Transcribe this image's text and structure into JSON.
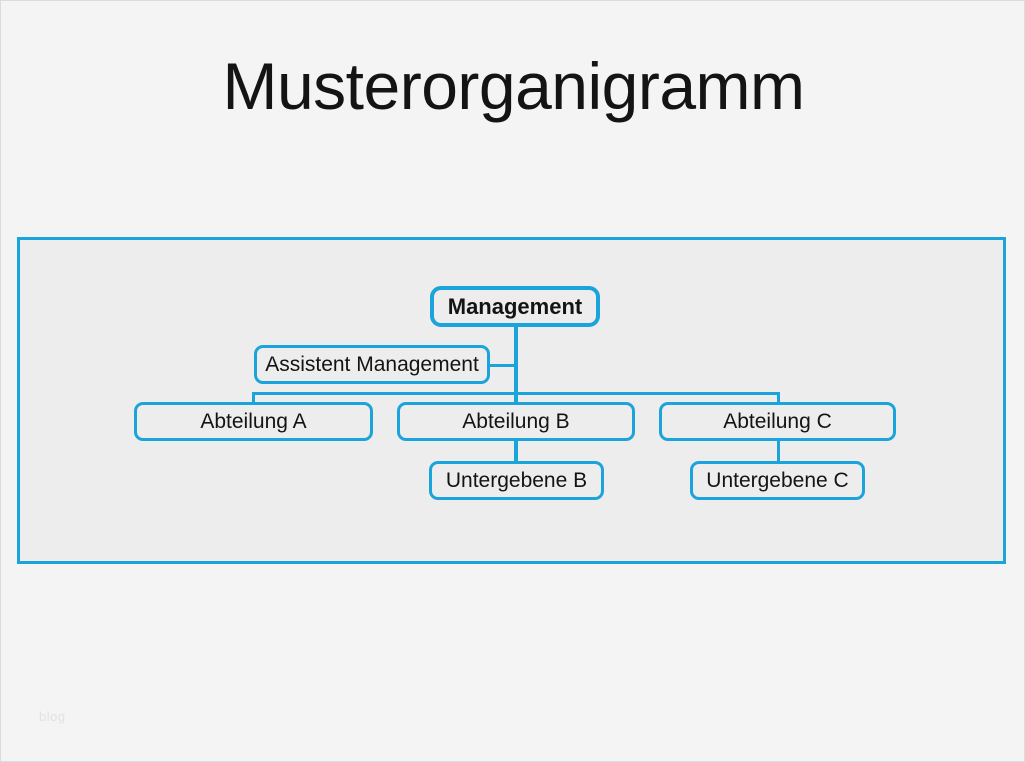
{
  "page": {
    "title": "Musterorganigramm",
    "watermark": "blog",
    "background_color": "#f4f4f4",
    "panel_background_color": "#ededed",
    "accent_color": "#1ba3db",
    "text_color": "#141414"
  },
  "org_chart": {
    "root": {
      "label": "Management"
    },
    "assistant": {
      "label": "Assistent Management"
    },
    "departments": [
      {
        "label": "Abteilung A"
      },
      {
        "label": "Abteilung B"
      },
      {
        "label": "Abteilung C"
      }
    ],
    "subordinates": [
      {
        "label": "Untergebene B"
      },
      {
        "label": "Untergebene C"
      }
    ]
  }
}
